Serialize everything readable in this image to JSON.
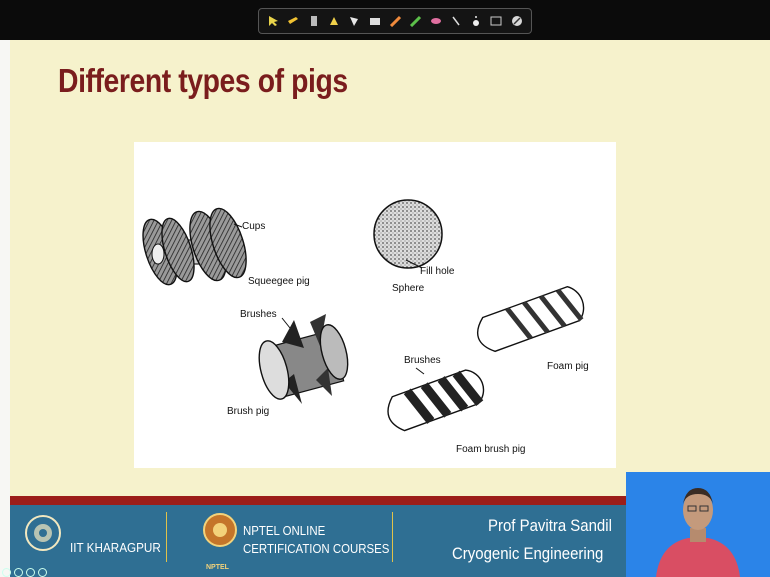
{
  "slide": {
    "title": "Different types of pigs"
  },
  "figure": {
    "labels": {
      "cups": "Cups",
      "squeegee_pig": "Squeegee pig",
      "fill_hole": "Fill hole",
      "sphere": "Sphere",
      "brushes_top": "Brushes",
      "brush_pig": "Brush pig",
      "foam_pig": "Foam pig",
      "brushes_bottom": "Brushes",
      "foam_brush_pig": "Foam brush pig"
    }
  },
  "footer": {
    "iit": "IIT KHARAGPUR",
    "nptel_line1": "NPTEL ONLINE",
    "nptel_line2": "CERTIFICATION COURSES",
    "nptel_badge": "NPTEL",
    "professor": "Prof Pavitra Sandil",
    "course": "Cryogenic Engineering"
  },
  "toolbar": {
    "tools": [
      "pointer-icon",
      "pen-icon",
      "marker-icon",
      "highlighter-icon",
      "shape-icon",
      "text-icon",
      "pencil-icon",
      "green-pen-icon",
      "eraser-icon",
      "laser-icon",
      "dot-icon",
      "screen-icon",
      "clear-icon"
    ]
  },
  "colors": {
    "slide_bg": "#f6f2cc",
    "title": "#7a1d1d",
    "footer_band": "#2f6f93",
    "footer_stripe": "#9c1e19",
    "webcam_bg": "#2b84e8"
  }
}
